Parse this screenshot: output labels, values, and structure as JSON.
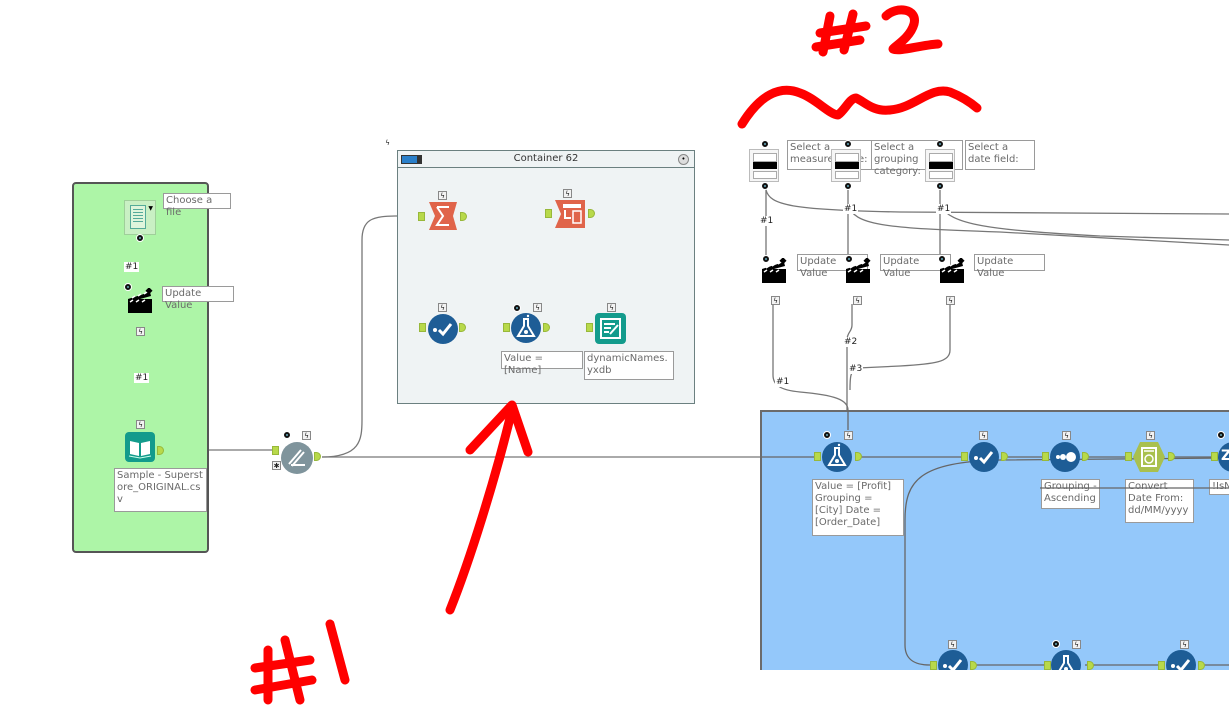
{
  "annotations": {
    "label_1": "#1",
    "label_2": "#2",
    "color": "#ff0000"
  },
  "green_container": {
    "color": "#adf5a7",
    "file_browse": {
      "icon": "file-browse-icon",
      "label": "Choose a file"
    },
    "connection_1": "#1",
    "update_value": {
      "icon": "clapperboard-icon",
      "label": "Update Value"
    },
    "connection_2": "#1",
    "input_data": {
      "icon": "book-icon",
      "label": "Sample - Superstore_ORIGINAL.csv"
    }
  },
  "macro_tool": {
    "icon": "macro-gear-icon"
  },
  "gray_container": {
    "title": "Container 62",
    "color": "#eff3f4",
    "tools": [
      {
        "icon": "summarize-sigma-icon",
        "label": ""
      },
      {
        "icon": "crosstab-icon",
        "label": ""
      },
      {
        "icon": "select-icon",
        "label": ""
      },
      {
        "icon": "formula-flask-icon",
        "label": "Value = [Name]"
      },
      {
        "icon": "output-data-icon",
        "label": "dynamicNames.yxdb"
      }
    ]
  },
  "interface_tools": [
    {
      "label": "Select a measure value:",
      "update_label": "Update Value",
      "conn_top": "#1",
      "conn_bottom": "#1"
    },
    {
      "label": "Select a grouping category:",
      "update_label": "Update Value",
      "conn_top": "#1",
      "conn_bottom": "#2"
    },
    {
      "label": "Select a date field:",
      "update_label": "Update Value",
      "conn_top": "#1",
      "conn_bottom": "#3"
    }
  ],
  "blue_container": {
    "color": "#94c8fa",
    "tools": [
      {
        "icon": "formula-flask-icon",
        "label": "Value = [Profit] Grouping = [City] Date = [Order_Date]"
      },
      {
        "icon": "select-icon",
        "label": ""
      },
      {
        "icon": "sort-icon",
        "label": "Grouping - Ascending"
      },
      {
        "icon": "datetime-icon",
        "label": "Convert Date From: dd/MM/yyyy"
      },
      {
        "icon": "filter-icon",
        "label": "!IsN"
      }
    ],
    "bottom_tools": [
      {
        "icon": "select-icon"
      },
      {
        "icon": "formula-flask-icon"
      },
      {
        "icon": "select-icon"
      }
    ]
  }
}
